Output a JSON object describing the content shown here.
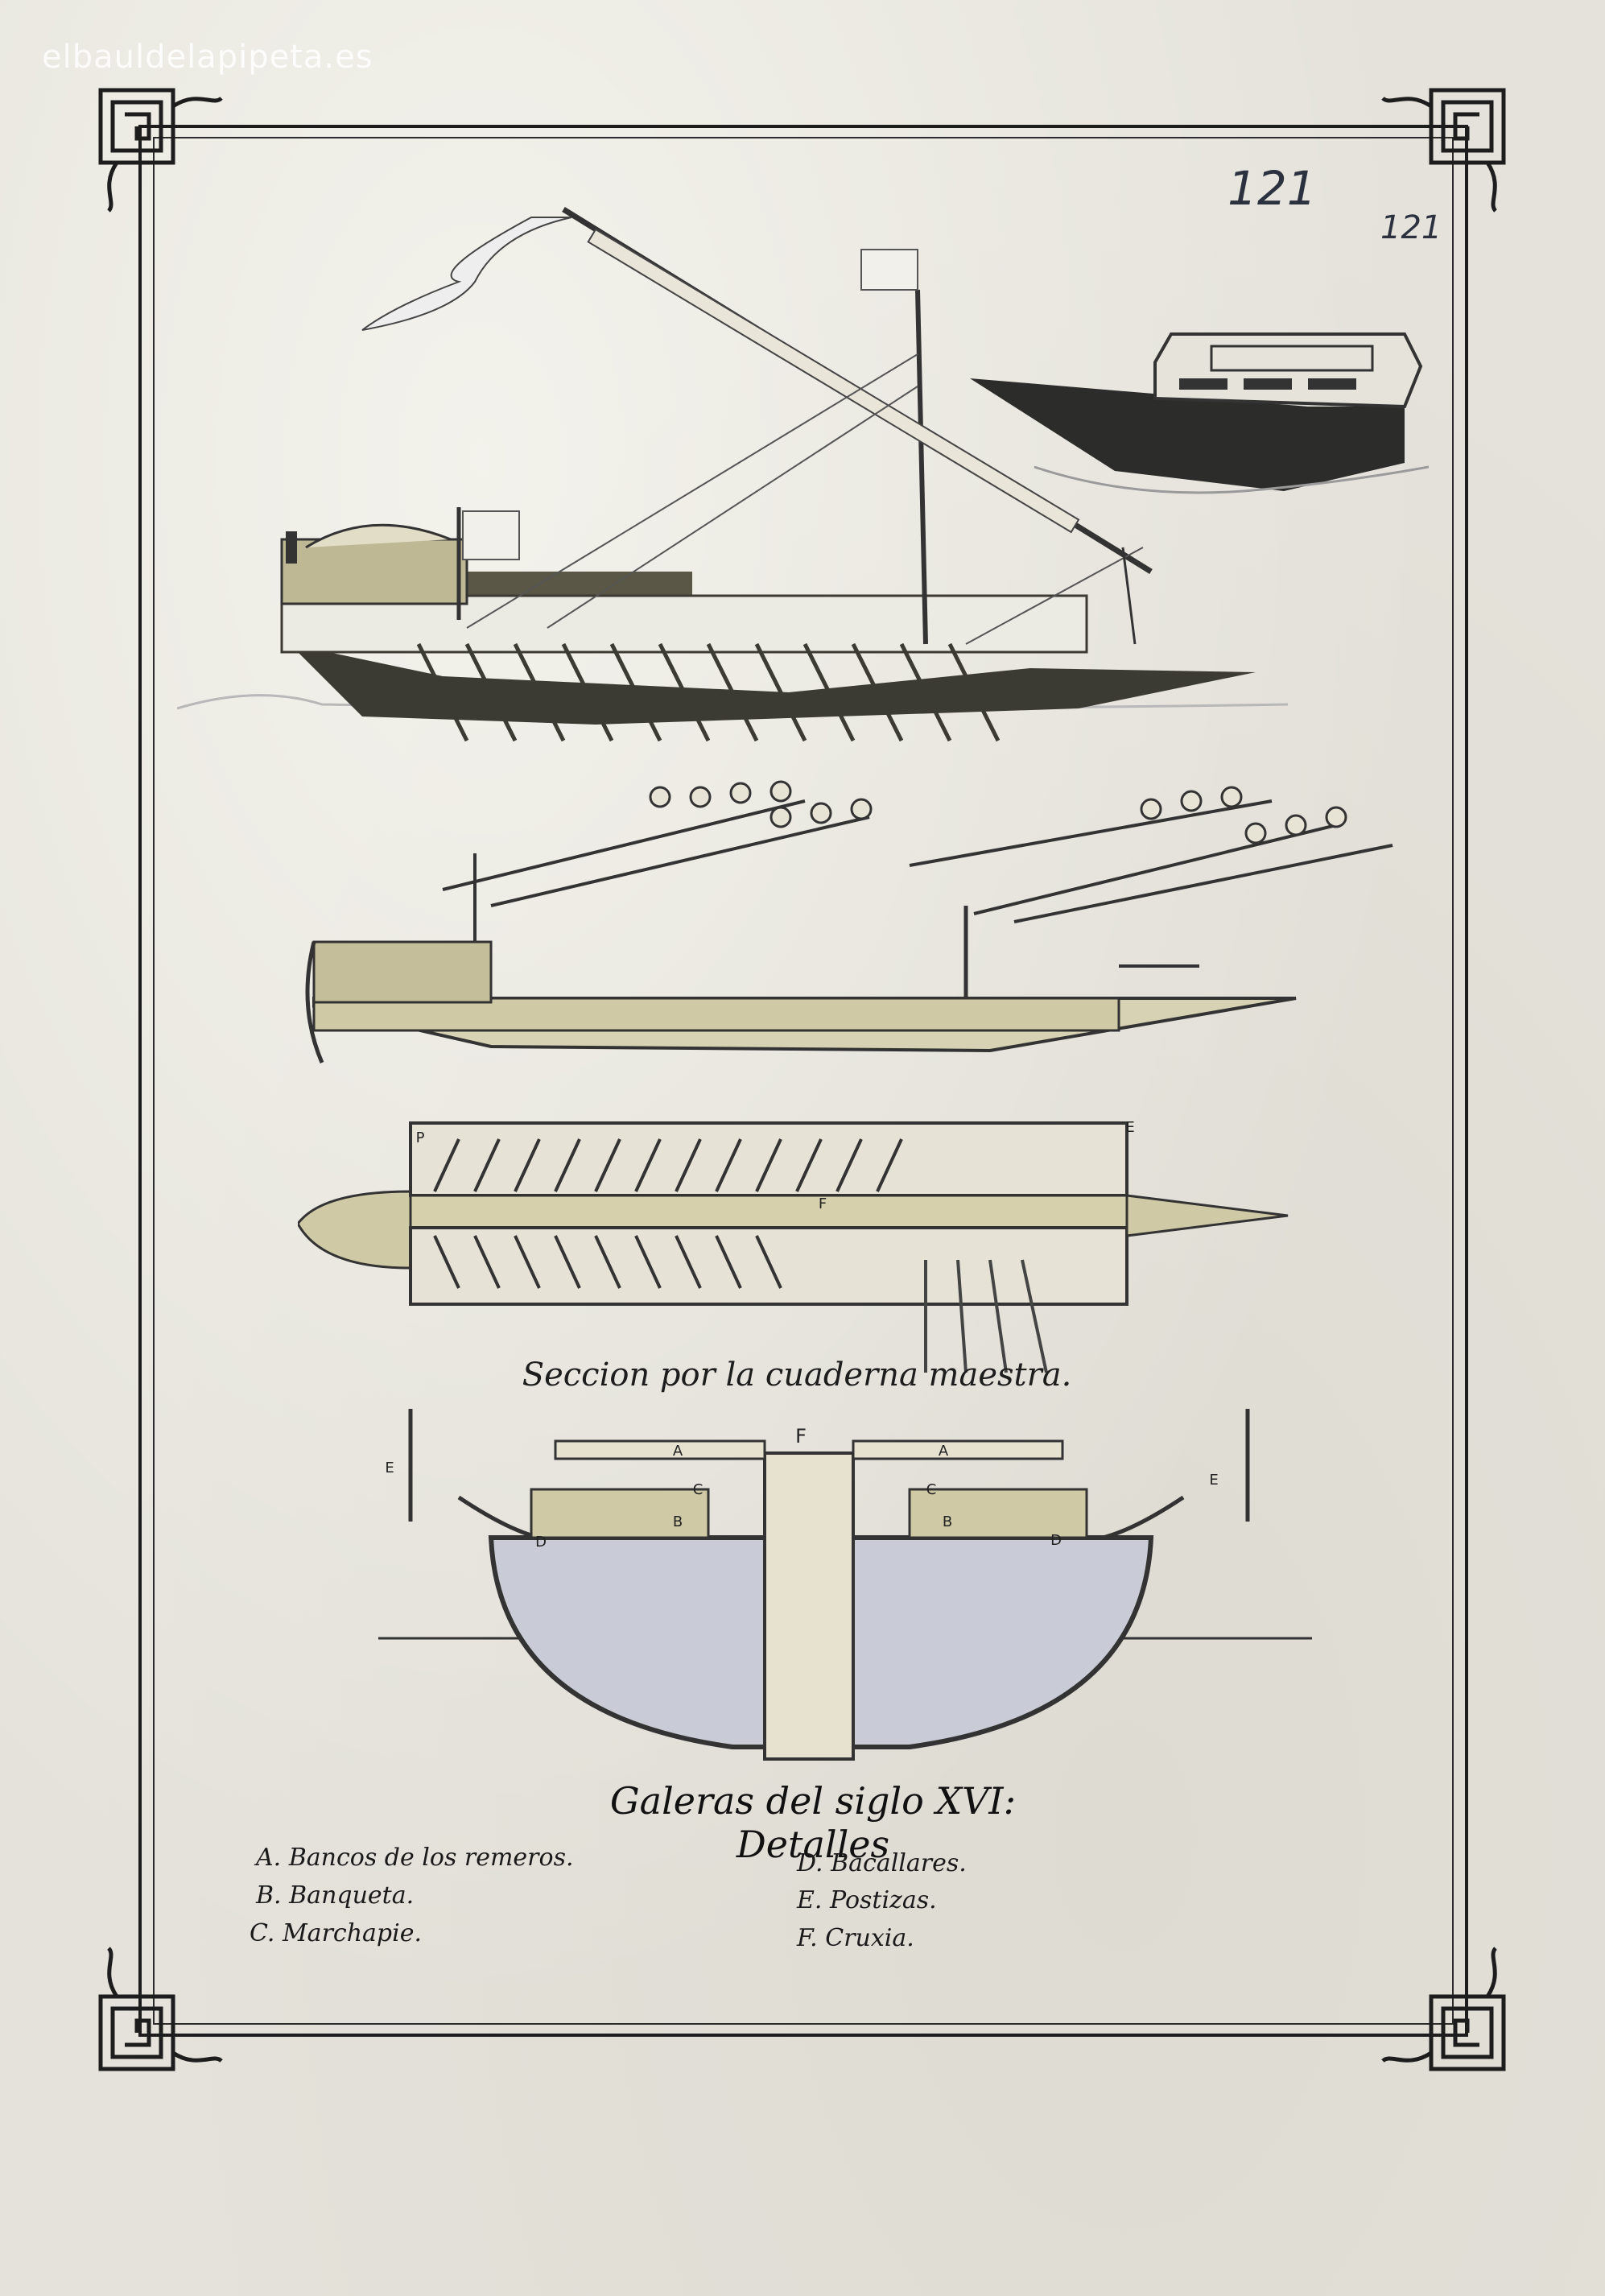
{
  "watermark": "elbauldelapipeta.es",
  "page_numbers": [
    "121",
    "121"
  ],
  "section_heading": "Seccion por la cuaderna maestra.",
  "plate_title": "Galeras del siglo XVI: Detalles",
  "cross_section_letters": {
    "a": "A",
    "f": "F",
    "b": "B",
    "c": "C",
    "d": "D",
    "e": "E"
  },
  "plan_letters": {
    "p": "P",
    "e": "E",
    "f": "F"
  },
  "legend": [
    {
      "key": "A.",
      "text": "Bancos de los remeros."
    },
    {
      "key": "B.",
      "text": "Banqueta."
    },
    {
      "key": "C.",
      "text": "Marchapie."
    },
    {
      "key": "D.",
      "text": "Bacallares."
    },
    {
      "key": "E.",
      "text": "Postizas."
    },
    {
      "key": "F.",
      "text": "Cruxia."
    }
  ],
  "colors": {
    "paper": "#e4e2da",
    "ink": "#1d1d1d",
    "hull_tan": "#cfc9a6",
    "hull_dark": "#3b3a33",
    "water_blue": "#c9cbd6"
  },
  "icons": [
    "greek-key-corner-icon"
  ]
}
